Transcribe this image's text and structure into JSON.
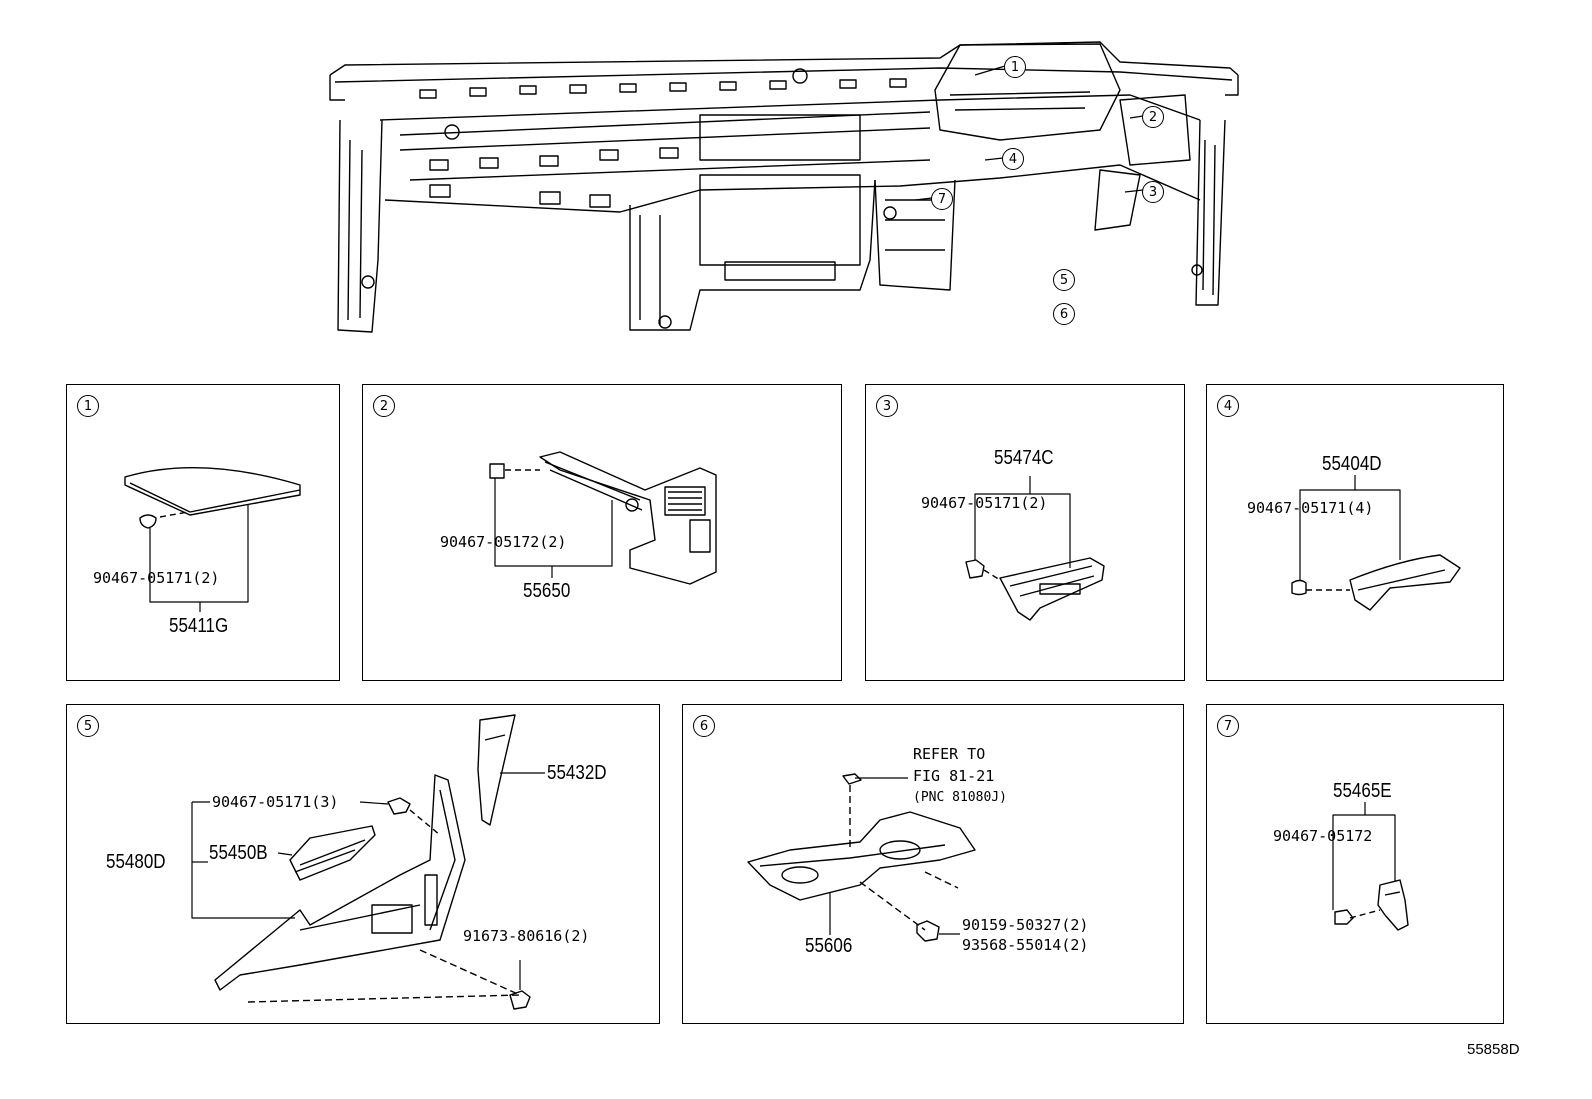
{
  "diagram_id": "55858D",
  "callouts": [
    "1",
    "2",
    "3",
    "4",
    "5",
    "6",
    "7"
  ],
  "panels": [
    {
      "num": "1",
      "parts": {
        "clip": "90467-05171(2)",
        "main": "55411G"
      }
    },
    {
      "num": "2",
      "parts": {
        "clip": "90467-05172(2)",
        "main": "55650"
      }
    },
    {
      "num": "3",
      "parts": {
        "main": "55474C",
        "clip": "90467-05171(2)"
      }
    },
    {
      "num": "4",
      "parts": {
        "main": "55404D",
        "clip": "90467-05171(4)"
      }
    },
    {
      "num": "5",
      "parts": {
        "clip": "90467-05171(3)",
        "assy": "55480D",
        "sub": "55450B",
        "side": "55432D",
        "screw": "91673-80616(2)"
      }
    },
    {
      "num": "6",
      "parts": {
        "refer1": "REFER TO",
        "refer2": "FIG 81-21",
        "refer3": "(PNC 81080J)",
        "bolt1": "90159-50327(2)",
        "bolt2": "93568-55014(2)",
        "main": "55606"
      }
    },
    {
      "num": "7",
      "parts": {
        "main": "55465E",
        "clip": "90467-05172"
      }
    }
  ]
}
